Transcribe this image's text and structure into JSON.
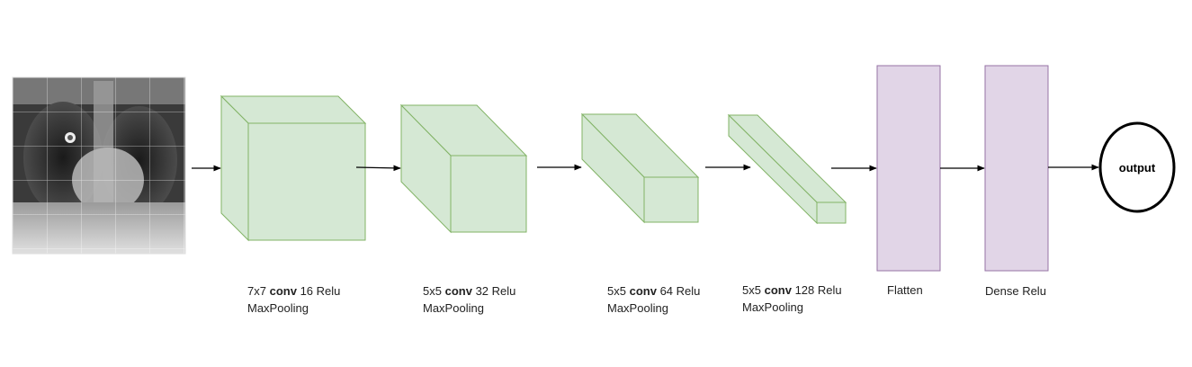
{
  "diagram": {
    "input_image": {
      "icon": "chest-xray-image"
    },
    "layers": [
      {
        "kernel": "7x7",
        "op": "conv",
        "filters": "16",
        "activation": "Relu",
        "pooling": "MaxPooling"
      },
      {
        "kernel": "5x5",
        "op": "conv",
        "filters": "32",
        "activation": "Relu",
        "pooling": "MaxPooling"
      },
      {
        "kernel": "5x5",
        "op": "conv",
        "filters": "64",
        "activation": "Relu",
        "pooling": "MaxPooling"
      },
      {
        "kernel": "5x5",
        "op": "conv",
        "filters": "128",
        "activation": "Relu",
        "pooling": "MaxPooling"
      }
    ],
    "flatten_label": "Flatten",
    "dense_label": "Dense Relu",
    "output_label": "output",
    "colors": {
      "conv_fill": "#d5e8d4",
      "conv_stroke": "#82b366",
      "dense_fill": "#e1d5e7",
      "dense_stroke": "#9673a6",
      "arrow": "#000000",
      "output_stroke": "#000000"
    }
  }
}
